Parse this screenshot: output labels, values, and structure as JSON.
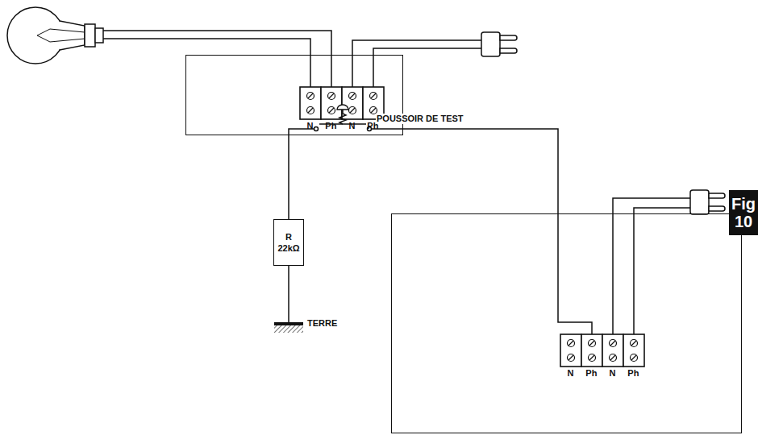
{
  "diagram": {
    "nodes": [
      {
        "text": [
          "N",
          "Ph",
          "N",
          "Ph"
        ]
      },
      {
        "text": [
          "R",
          "22kΩ"
        ]
      },
      {
        "text": [
          "N",
          "Ph",
          "N",
          "Ph"
        ]
      },
      {
        "text": [
          "Fig 10"
        ]
      }
    ],
    "edges": [
      {
        "from": 1,
        "to": 2,
        "arrow": "none"
      }
    ],
    "labels": [
      "POUSSOIR DE TEST",
      "TERRE"
    ]
  }
}
